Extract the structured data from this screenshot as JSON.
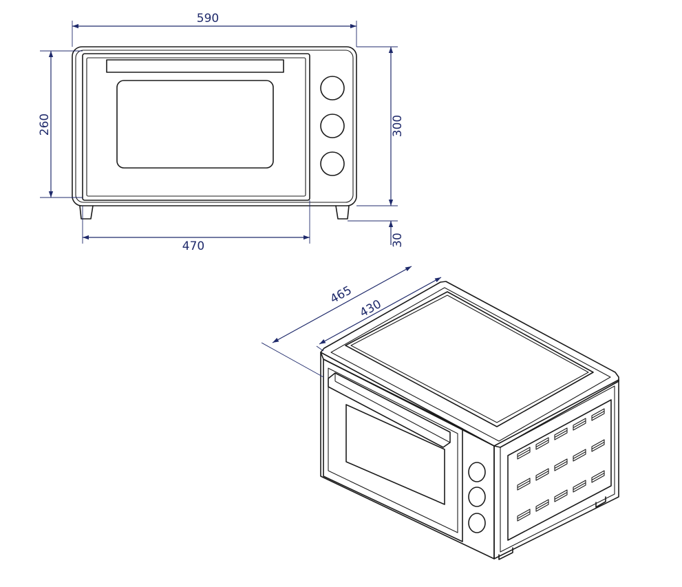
{
  "colors": {
    "dimension": "#1f2a6b",
    "outline": "#1a1a1a"
  },
  "dimensions": {
    "overall_width": "590",
    "body_width": "470",
    "inner_height": "260",
    "overall_height": "300",
    "feet_height": "30",
    "overall_depth": "465",
    "body_depth": "430"
  }
}
